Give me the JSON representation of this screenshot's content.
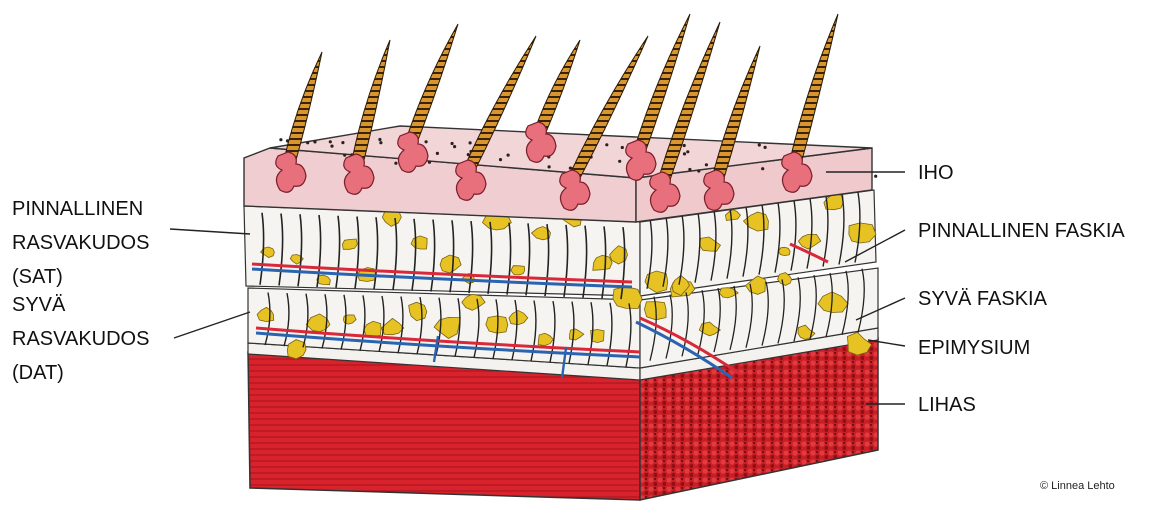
{
  "labels": {
    "left_upper": [
      "PINNALLINEN",
      "RASVAKUDOS",
      "(SAT)"
    ],
    "left_lower": [
      "SYVÄ",
      "RASVAKUDOS",
      "(DAT)"
    ],
    "right": {
      "iho": "IHO",
      "pinnallinen_faskia": "PINNALLINEN FASKIA",
      "syva_faskia": "SYVÄ FASKIA",
      "epimysium": "EPIMYSIUM",
      "lihas": "LIHAS"
    }
  },
  "copyright": "© Linnea Lehto",
  "colors": {
    "skin_top": "#f2d2d4",
    "skin_side": "#efc9cb",
    "follicle": "#e8707c",
    "hair": "#c98a2e",
    "fat": "#e6c323",
    "connective": "#f6f4f0",
    "artery": "#d8283a",
    "vein": "#2a63b0",
    "muscle": "#d4202a",
    "muscle_dark": "#8e1015"
  },
  "icons": [
    "skin-block-illustration"
  ]
}
